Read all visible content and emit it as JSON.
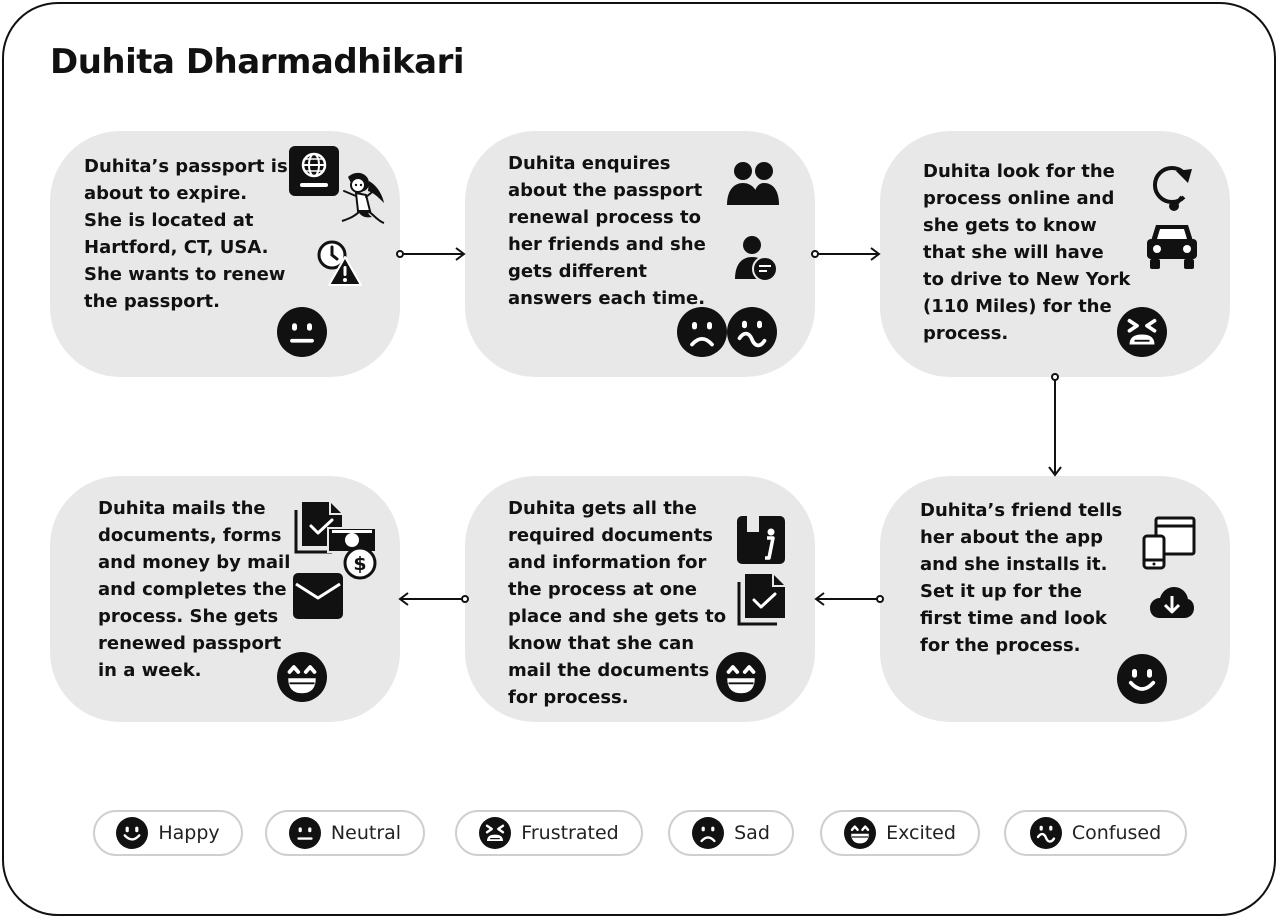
{
  "title": "Duhita Dharmadhikari",
  "steps": [
    {
      "lines": [
        "Duhita’s passport is",
        "about to expire.",
        "She is located at",
        "Hartford, CT, USA.",
        "She wants to renew",
        "the passport."
      ],
      "emotions": [
        "Neutral"
      ]
    },
    {
      "lines": [
        "Duhita enquires",
        "about the passport",
        "renewal process to",
        "her friends and she",
        "gets different",
        "answers each time."
      ],
      "emotions": [
        "Sad",
        "Confused"
      ]
    },
    {
      "lines": [
        "Duhita look for the",
        "process online and",
        "she gets to know",
        "that she will have",
        "to drive to New York",
        "(110 Miles) for the",
        "process."
      ],
      "emotions": [
        "Frustrated"
      ]
    },
    {
      "lines": [
        "Duhita’s friend tells",
        "her about the app",
        "and she installs it.",
        "Set it up for the",
        "first time and look",
        "for the process."
      ],
      "emotions": [
        "Happy"
      ]
    },
    {
      "lines": [
        "Duhita gets all the",
        "required documents",
        "and information for",
        "the process at one",
        "place and she gets to",
        "know that she can",
        "mail the documents",
        "for process."
      ],
      "emotions": [
        "Excited"
      ]
    },
    {
      "lines": [
        "Duhita mails the",
        "documents, forms",
        "and money by mail",
        "and completes the",
        "process. She gets",
        "renewed passport",
        "in a week."
      ],
      "emotions": [
        "Excited"
      ]
    }
  ],
  "legend": [
    {
      "label": "Happy",
      "emotion": "happy"
    },
    {
      "label": "Neutral",
      "emotion": "neutral"
    },
    {
      "label": "Frustrated",
      "emotion": "frustrated"
    },
    {
      "label": "Sad",
      "emotion": "sad"
    },
    {
      "label": "Excited",
      "emotion": "excited"
    },
    {
      "label": "Confused",
      "emotion": "confused"
    }
  ]
}
